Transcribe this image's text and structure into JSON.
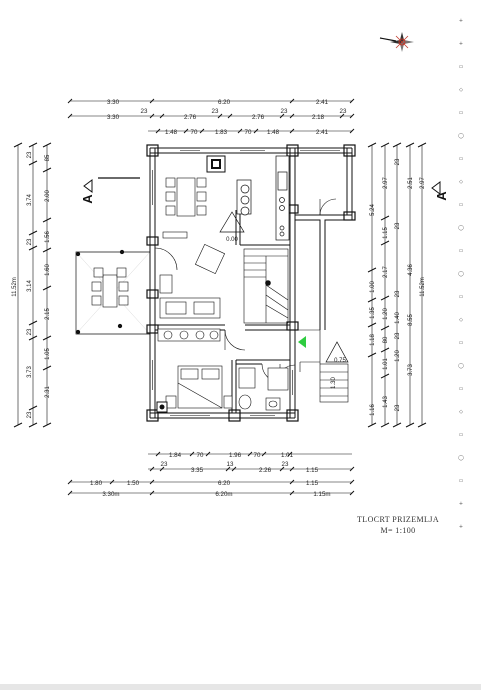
{
  "caption": {
    "title": "TLOCRT PRIZEMLJA",
    "scale": "M= 1:100"
  },
  "section_marks": {
    "left": "A",
    "right": "A"
  },
  "levels": {
    "kitchen": "0.00",
    "entrance": "0.75",
    "step": "1.30"
  },
  "dims": {
    "top1": [
      "3.30",
      "6.20",
      "2.41"
    ],
    "top2": [
      "3.30",
      "23",
      "2.76",
      "23",
      "2.76",
      "23",
      "2.18",
      "23"
    ],
    "top3": [
      "1.48",
      "70",
      "1.83",
      "70",
      "1.48",
      "2.41"
    ],
    "bottom1": [
      "1.84",
      "70",
      "1.96",
      "70",
      "1.01"
    ],
    "bottom2": [
      "23",
      "3.35",
      "13",
      "2.26",
      "23",
      "1.15"
    ],
    "bottom3": [
      "1.80",
      "1.50",
      "6.20",
      "1.15"
    ],
    "bottom4": [
      "3.30m",
      "6.20m",
      "1.15m"
    ],
    "left_total": "11.52m",
    "left_a": [
      "23",
      "3.74",
      "23",
      "3.14",
      "23",
      "3.73",
      "23"
    ],
    "left_b": [
      "85",
      "2.00",
      "1.56",
      "1.60",
      "2.15",
      "1.05",
      "2.31"
    ],
    "right_total": "11.52m",
    "right_a": [
      "5.24",
      "1.00",
      "1.35",
      "1.18",
      "1.16"
    ],
    "right_b": [
      "2.97",
      "1.15",
      "2.17",
      "1.20",
      "80",
      "1.01",
      "1.43"
    ],
    "right_c": [
      "23",
      "23",
      "23",
      "1.40",
      "23",
      "1.20",
      "23"
    ],
    "right_d": [
      "2.51",
      "4.36",
      "8.55",
      "3.73"
    ],
    "right_e": [
      "2.97"
    ]
  },
  "side_marks": [
    "+",
    "+",
    "▭",
    "◇",
    "▭",
    "◯",
    "▭",
    "◇",
    "▭",
    "◯",
    "▭",
    "◯",
    "▭",
    "◇",
    "▭",
    "◯",
    "▭",
    "◇",
    "▭",
    "◯",
    "▭",
    "+",
    "+"
  ]
}
